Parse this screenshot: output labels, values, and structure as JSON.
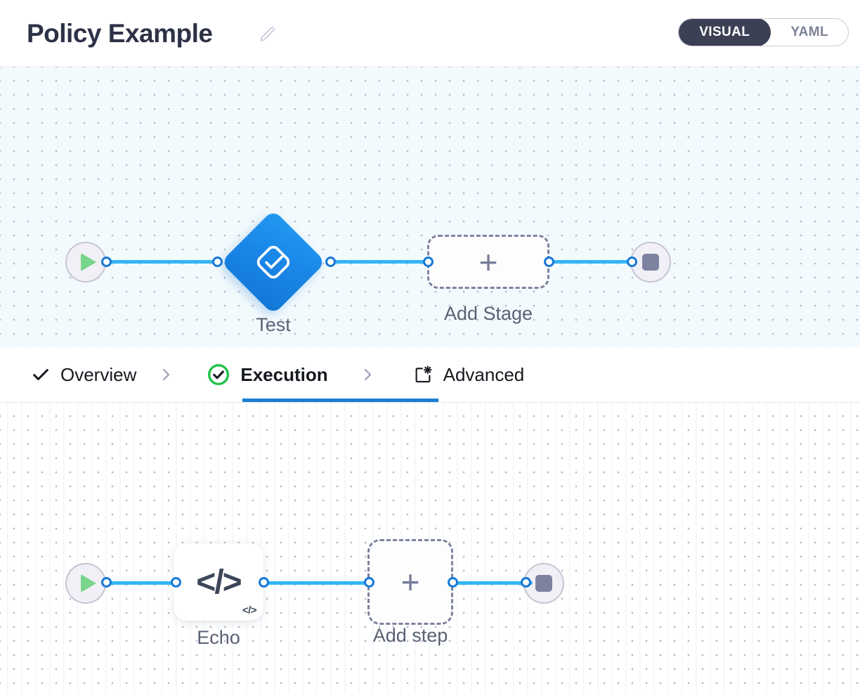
{
  "header": {
    "title": "Policy Example",
    "edit_icon": "pencil-icon",
    "view_toggle": {
      "options": [
        {
          "label": "VISUAL",
          "active": true
        },
        {
          "label": "YAML",
          "active": false
        }
      ]
    }
  },
  "stage_canvas": {
    "start_node": {
      "icon": "play-icon",
      "label": ""
    },
    "stages": [
      {
        "name": "Test",
        "icon": "check-diamond-icon",
        "type": "stage",
        "color": "#1a87e8"
      }
    ],
    "add_stage": {
      "label": "Add Stage",
      "icon": "plus-icon"
    },
    "end_node": {
      "icon": "stop-icon",
      "label": ""
    }
  },
  "tabs": [
    {
      "label": "Overview",
      "icon": "check-icon",
      "active": false
    },
    {
      "label": "Execution",
      "icon": "check-circle-icon",
      "active": true
    },
    {
      "label": "Advanced",
      "icon": "settings-box-icon",
      "active": false
    }
  ],
  "tab_separator_icon": "chevron-right-icon",
  "step_canvas": {
    "start_node": {
      "icon": "play-icon"
    },
    "steps": [
      {
        "name": "Echo",
        "icon": "code-icon",
        "badge": "code-badge-icon"
      }
    ],
    "add_step": {
      "label": "Add step",
      "icon": "plus-icon"
    },
    "end_node": {
      "icon": "stop-icon"
    }
  },
  "colors": {
    "accent_blue": "#1a7fd4",
    "edge_blue": "#33b5f5",
    "stage_blue": "#1a87e8",
    "active_toggle_bg": "#3c4055",
    "play_green": "#79d58c",
    "success_green": "#22c34a",
    "muted": "#7d839f",
    "label_text": "#5b6175",
    "title_text": "#2e3247"
  }
}
